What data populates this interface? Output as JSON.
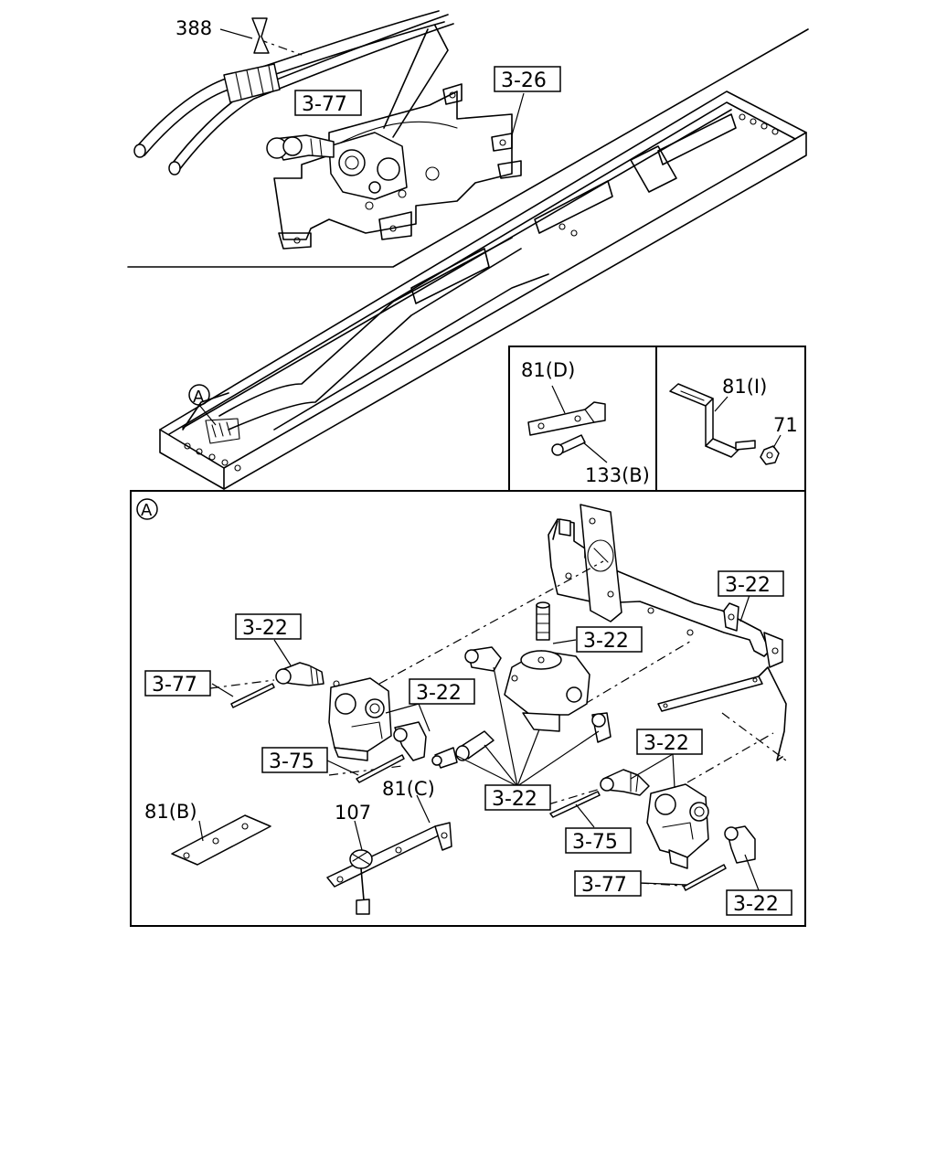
{
  "callouts": {
    "top_388": "388",
    "top_3_77": "3-77",
    "top_3_26": "3-26",
    "detail_marker_frame": "A",
    "inset_81D": "81(D)",
    "inset_133B": "133(B)",
    "inset_81I": "81(I)",
    "inset_71": "71",
    "detail_marker_box": "A",
    "det_3_22_right": "3-22",
    "det_3_22_leftvalve": "3-22",
    "det_3_77_left": "3-77",
    "det_3_22_top": "3-22",
    "det_3_22_mid": "3-22",
    "det_3_75_left": "3-75",
    "det_3_22_center": "3-22",
    "det_81C": "81(C)",
    "det_81B": "81(B)",
    "det_107": "107",
    "det_3_22_rightvalve": "3-22",
    "det_3_75_right": "3-75",
    "det_3_77_right": "3-77",
    "det_3_22_bottom": "3-22"
  }
}
